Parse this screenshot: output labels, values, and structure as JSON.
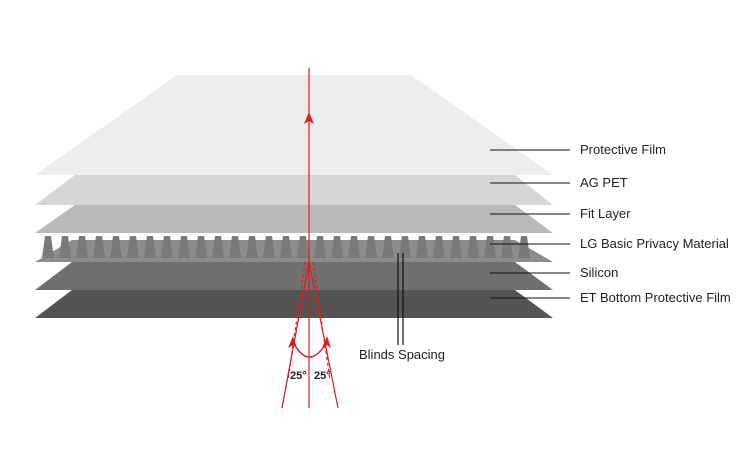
{
  "layers": [
    {
      "label": "Protective Film",
      "color": "#ededed"
    },
    {
      "label": "AG PET",
      "color": "#d6d6d6"
    },
    {
      "label": "Fit Layer",
      "color": "#b9b9b9"
    },
    {
      "label": "LG Basic Privacy Material",
      "color": "#8f8f8f"
    },
    {
      "label": "Silicon",
      "color": "#707070"
    },
    {
      "label": "ET Bottom Protective Film",
      "color": "#545454"
    }
  ],
  "blinds_spacing_label": "Blinds Spacing",
  "angles": {
    "left": "25°",
    "right": "25°"
  },
  "colors": {
    "ray": "#d42020",
    "leader": "#111111",
    "text": "#222222"
  }
}
